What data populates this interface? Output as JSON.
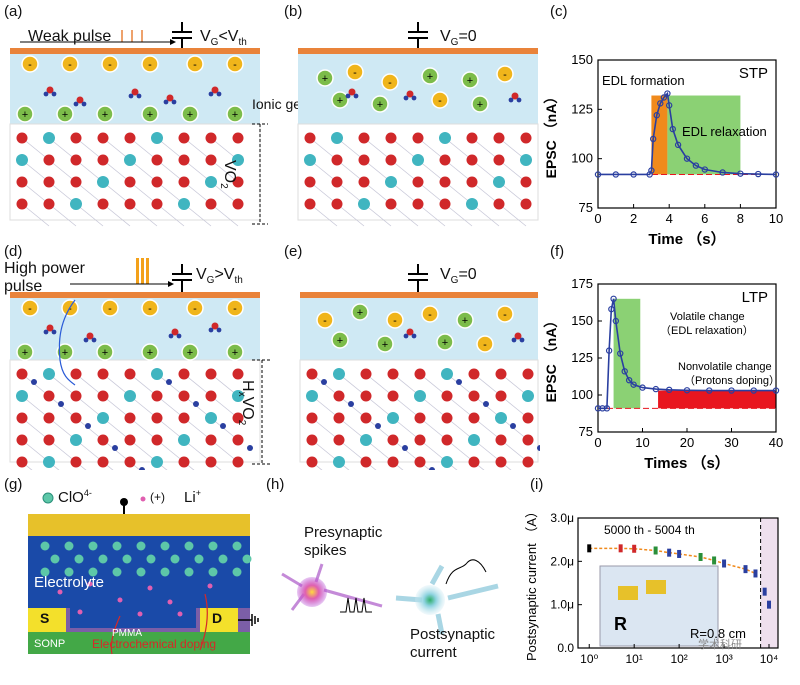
{
  "figure": {
    "panels": {
      "a": {
        "letter": "(a)",
        "pulse_label": "Weak pulse",
        "gate_label_main": "V",
        "gate_label_sub": "G",
        "gate_label_rel": "<V",
        "gate_label_sub2": "th",
        "electrolyte_label": "Ionic  gel",
        "channel_label_main": "VO",
        "channel_label_sub": "2"
      },
      "b": {
        "letter": "(b)",
        "gate_label_main": "V",
        "gate_label_sub": "G",
        "gate_label_rel": "=0"
      },
      "c": {
        "letter": "(c)",
        "title": "STP",
        "annotation_formation": "EDL formation",
        "annotation_relaxation": "EDL relaxation",
        "xlabel": "Time （s）",
        "ylabel": "EPSC （nA）"
      },
      "d": {
        "letter": "(d)",
        "pulse_label_line1": "High power",
        "pulse_label_line2": "pulse",
        "gate_label_main": "V",
        "gate_label_sub": "G",
        "gate_label_rel": ">V",
        "gate_label_sub2": "th",
        "channel_label_a": "H",
        "channel_label_x": "x",
        "channel_label_b": "VO",
        "channel_label_sub": "2"
      },
      "e": {
        "letter": "(e)",
        "gate_label_main": "V",
        "gate_label_sub": "G",
        "gate_label_rel": "=0"
      },
      "f": {
        "letter": "(f)",
        "title": "LTP",
        "annotation_volatile_1": "Volatile  change",
        "annotation_volatile_2": "（EDL relaxation）",
        "annotation_nonvolatile_1": "Nonvolatile change",
        "annotation_nonvolatile_2": "（Protons doping）",
        "xlabel": "Times （s）",
        "ylabel": "EPSC （nA）"
      },
      "g": {
        "letter": "(g)",
        "legend_anion": "ClO",
        "legend_anion_sup": "4-",
        "legend_plus": "(+)",
        "legend_li": "Li",
        "legend_li_sup": "+",
        "electrolyte": "Electrolyte",
        "source": "S",
        "drain": "D",
        "pmma": "PMMA",
        "sonp": "SONP",
        "doping": "Electrochemical doping"
      },
      "h": {
        "letter": "(h)",
        "pre_line1": "Presynaptic",
        "pre_line2": "spikes",
        "post_line1": "Postsynaptic",
        "post_line2": "current"
      },
      "i": {
        "letter": "(i)",
        "annotation": "5000 th - 5004 th",
        "radius_label": "R=0.8 cm",
        "r_label": "R",
        "ylabel": "Postsynaptic current （A）",
        "watermark": "学术科研"
      }
    },
    "colors": {
      "electrolyte": "#cfe9f4",
      "gate_bar": "#e9833a",
      "vo2_red": "#d0282a",
      "vo2_cyan": "#40b5c0",
      "anion_yellow": "#f0b51b",
      "cation_green": "#7cbc4a",
      "stp_orange": "#f08a1c",
      "stp_green": "#8bd174",
      "curve_blue": "#2a3fa0",
      "ltp_red": "#e8161f",
      "device_gold": "#e7c12a",
      "device_blue": "#1a4aa8"
    }
  },
  "chart_data": [
    {
      "panel": "c",
      "type": "line",
      "title": "STP",
      "xlabel": "Time （s）",
      "ylabel": "EPSC （nA）",
      "xlim": [
        0,
        10
      ],
      "ylim": [
        75,
        150
      ],
      "xticks": [
        "0",
        "2",
        "4",
        "6",
        "8",
        "10"
      ],
      "yticks": [
        "75",
        "100",
        "125",
        "150"
      ],
      "series": [
        {
          "x": [
            0,
            1,
            2,
            2.9,
            3.0,
            3.1,
            3.3,
            3.5,
            3.7,
            3.9,
            4.0,
            4.2,
            4.5,
            5.0,
            5.5,
            6.0,
            7.0,
            8.0,
            9.0,
            10.0
          ],
          "y": [
            92,
            92,
            92,
            92,
            94,
            110,
            122,
            128,
            131,
            133,
            127,
            115,
            107,
            100,
            96.5,
            94.5,
            93,
            92.4,
            92.2,
            92
          ]
        }
      ],
      "baseline": 92,
      "highlight_regions": [
        {
          "label": "EDL formation",
          "x": [
            3.0,
            3.9
          ]
        },
        {
          "label": "EDL relaxation",
          "x": [
            3.9,
            8.0
          ]
        }
      ]
    },
    {
      "panel": "f",
      "type": "line",
      "title": "LTP",
      "xlabel": "Times （s）",
      "ylabel": "EPSC （nA）",
      "xlim": [
        0,
        40
      ],
      "ylim": [
        75,
        175
      ],
      "xticks": [
        "0",
        "10",
        "20",
        "30",
        "40"
      ],
      "yticks": [
        "75",
        "100",
        "125",
        "150",
        "175"
      ],
      "series": [
        {
          "x": [
            0,
            1,
            2,
            2.5,
            3,
            3.5,
            4,
            5,
            6,
            7,
            8,
            10,
            13,
            16,
            20,
            25,
            30,
            35,
            40
          ],
          "y": [
            91,
            91,
            91,
            130,
            158,
            165,
            150,
            128,
            116,
            110,
            107,
            105,
            104,
            103.5,
            103.2,
            103,
            103,
            103,
            103
          ]
        }
      ],
      "baseline": 91,
      "highlight_regions": [
        {
          "label": "Volatile change (EDL relaxation)",
          "x": [
            3.5,
            9.5
          ]
        },
        {
          "label": "Nonvolatile change (Protons doping)",
          "x": [
            13.5,
            40
          ]
        }
      ]
    },
    {
      "panel": "i",
      "type": "scatter",
      "xlabel": "",
      "ylabel": "Postsynaptic current （A）",
      "xscale": "log",
      "xlim": [
        1,
        10000
      ],
      "ylim": [
        0,
        3e-06
      ],
      "xticks": [
        "10⁰",
        "10¹",
        "10²",
        "10³",
        "10⁴"
      ],
      "yticks": [
        "0.0",
        "1.0μ",
        "2.0μ",
        "3.0μ"
      ],
      "series": [
        {
          "x": [
            1,
            5,
            10,
            30,
            60,
            100,
            300,
            600,
            1000,
            3000,
            5000,
            8000,
            10000
          ],
          "y": [
            2.3e-06,
            2.3e-06,
            2.29e-06,
            2.25e-06,
            2.2e-06,
            2.17e-06,
            2.1e-06,
            2.02e-06,
            1.95e-06,
            1.82e-06,
            1.72e-06,
            1.3e-06,
            1e-06
          ]
        }
      ]
    }
  ]
}
